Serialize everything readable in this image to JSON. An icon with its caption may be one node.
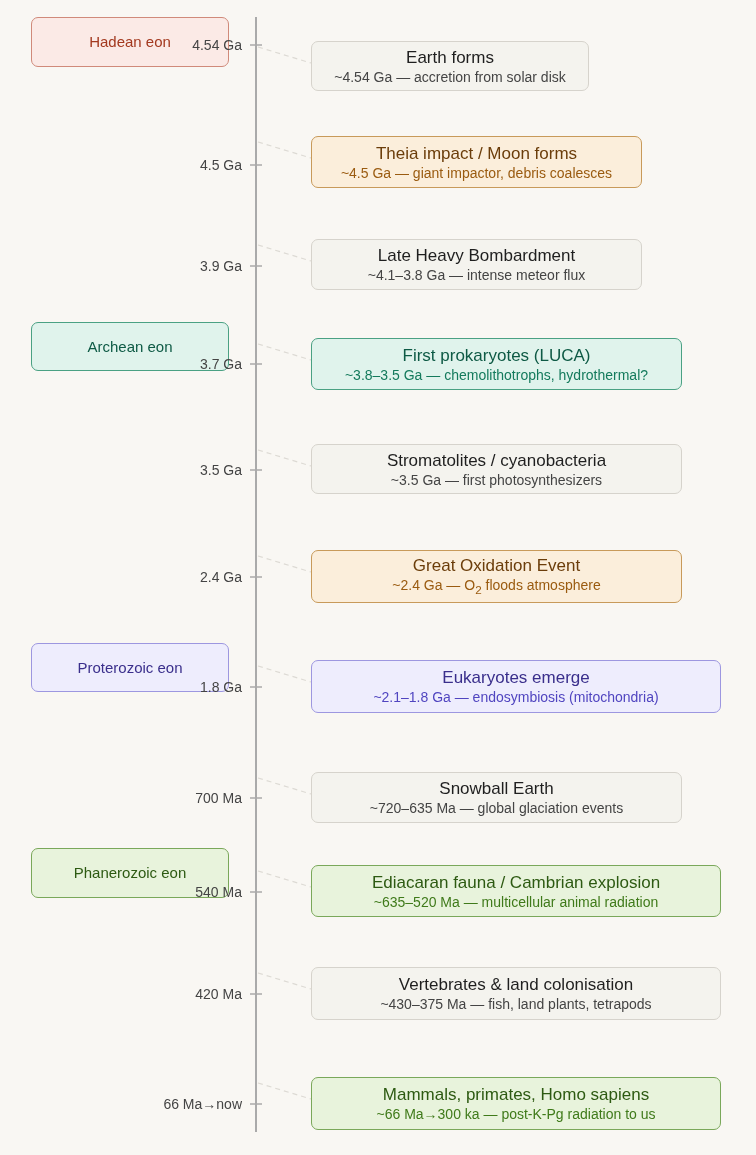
{
  "diagram": {
    "nodes": [
      {
        "text": [
          "Hadean eon"
        ]
      },
      {
        "text": [
          "Earth forms",
          "~4.54 Ga — accretion from solar disk"
        ]
      },
      {
        "text": [
          "Theia impact / Moon forms",
          "~4.5 Ga — giant impactor, debris coalesces"
        ]
      },
      {
        "text": [
          "Late Heavy Bombardment",
          "~4.1–3.8 Ga — intense meteor flux"
        ]
      },
      {
        "text": [
          "Archean eon"
        ]
      },
      {
        "text": [
          "First prokaryotes (LUCA)",
          "~3.8–3.5 Ga — chemolithotrophs, hydrothermal?"
        ]
      },
      {
        "text": [
          "Stromatolites / cyanobacteria",
          "~3.5 Ga — first photosynthesizers"
        ]
      },
      {
        "text": [
          "Great Oxidation Event",
          "~2.4 Ga — O$_{2}$ floods atmosphere"
        ]
      },
      {
        "text": [
          "Proterozoic eon"
        ]
      },
      {
        "text": [
          "Eukaryotes emerge",
          "~2.1–1.8 Ga — endosymbiosis (mitochondria)"
        ]
      },
      {
        "text": [
          "Snowball Earth",
          "~720–635 Ma — global glaciation events"
        ]
      },
      {
        "text": [
          "Phanerozoic eon"
        ]
      },
      {
        "text": [
          "Ediacaran fauna / Cambrian explosion",
          "~635–520 Ma — multicellular animal radiation"
        ]
      },
      {
        "text": [
          "Vertebrates & land colonisation",
          "~430–375 Ma — fish, land plants, tetrapods"
        ]
      },
      {
        "text": [
          "Mammals, primates, Homo sapiens",
          "~66 Ma→300 ka — post-K-Pg radiation to us"
        ]
      }
    ],
    "edges": [
      {
        "from": null,
        "to": 1,
        "arrow": "none",
        "style": "dashed"
      },
      {
        "from": null,
        "to": 2,
        "arrow": "none",
        "style": "dashed"
      },
      {
        "from": null,
        "to": 3,
        "arrow": "none",
        "style": "dashed"
      },
      {
        "from": null,
        "to": 5,
        "arrow": "none",
        "style": "dashed"
      },
      {
        "from": null,
        "to": 6,
        "arrow": "none",
        "style": "dashed"
      },
      {
        "from": null,
        "to": 7,
        "arrow": "none",
        "style": "dashed"
      },
      {
        "from": null,
        "to": 9,
        "arrow": "none",
        "style": "dashed"
      },
      {
        "from": null,
        "to": 10,
        "arrow": "none",
        "style": "dashed"
      },
      {
        "from": null,
        "to": 12,
        "arrow": "none",
        "style": "dashed"
      },
      {
        "from": null,
        "to": 13,
        "arrow": "none",
        "style": "dashed"
      },
      {
        "from": null,
        "to": 14,
        "arrow": "none",
        "style": "dashed"
      }
    ],
    "labels": [
      "4.54 Ga",
      "4.5 Ga",
      "3.9 Ga",
      "3.7 Ga",
      "3.5 Ga",
      "2.4 Ga",
      "1.8 Ga",
      "700 Ma",
      "540 Ma",
      "420 Ma",
      "66 Ma→now"
    ]
  }
}
